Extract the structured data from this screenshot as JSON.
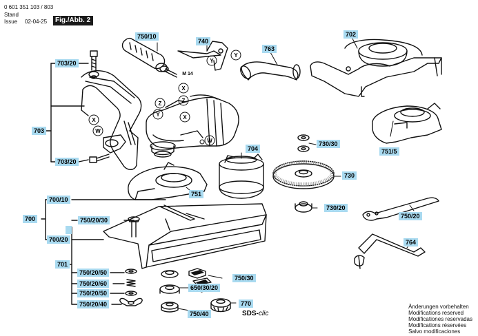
{
  "header": {
    "doc_number": "0 601 351 103 / 803",
    "stand_label": "Stand",
    "stand_value": "",
    "issue_label": "Issue",
    "issue_value": "02-04-25",
    "figure_label": "Fig./Abb. 2"
  },
  "parts": {
    "p703_20_top": "703/20",
    "p703": "703",
    "p703_20_bot": "703/20",
    "p750_10": "750/10",
    "p740": "740",
    "p763": "763",
    "p702": "702",
    "p751_5": "751/5",
    "p730_30": "730/30",
    "p704": "704",
    "p730": "730",
    "p751": "751",
    "p730_20": "730/20",
    "p750_20": "750/20",
    "p764": "764",
    "p700_10": "700/10",
    "p700": "700",
    "p750_20_30": "750/20/30",
    "p700_20": "700/20",
    "p701": "701",
    "p750_20_50a": "750/20/50",
    "p750_20_60": "750/20/60",
    "p750_20_50b": "750/20/50",
    "p750_20_40": "750/20/40",
    "p750_30": "750/30",
    "p650_30_20": "650/30/20",
    "p750_40": "750/40",
    "p770": "770"
  },
  "callouts": {
    "m14": "M 14",
    "x": "X",
    "y": "Y",
    "w": "W",
    "z": "Z",
    "sds_prefix": "SDS-",
    "sds_suffix": "clic"
  },
  "notes": [
    "Änderungen vorbehalten",
    "Modifications reserved",
    "Modificationes reservadas",
    "Modifications réservées",
    "Salvo modificaciones"
  ]
}
